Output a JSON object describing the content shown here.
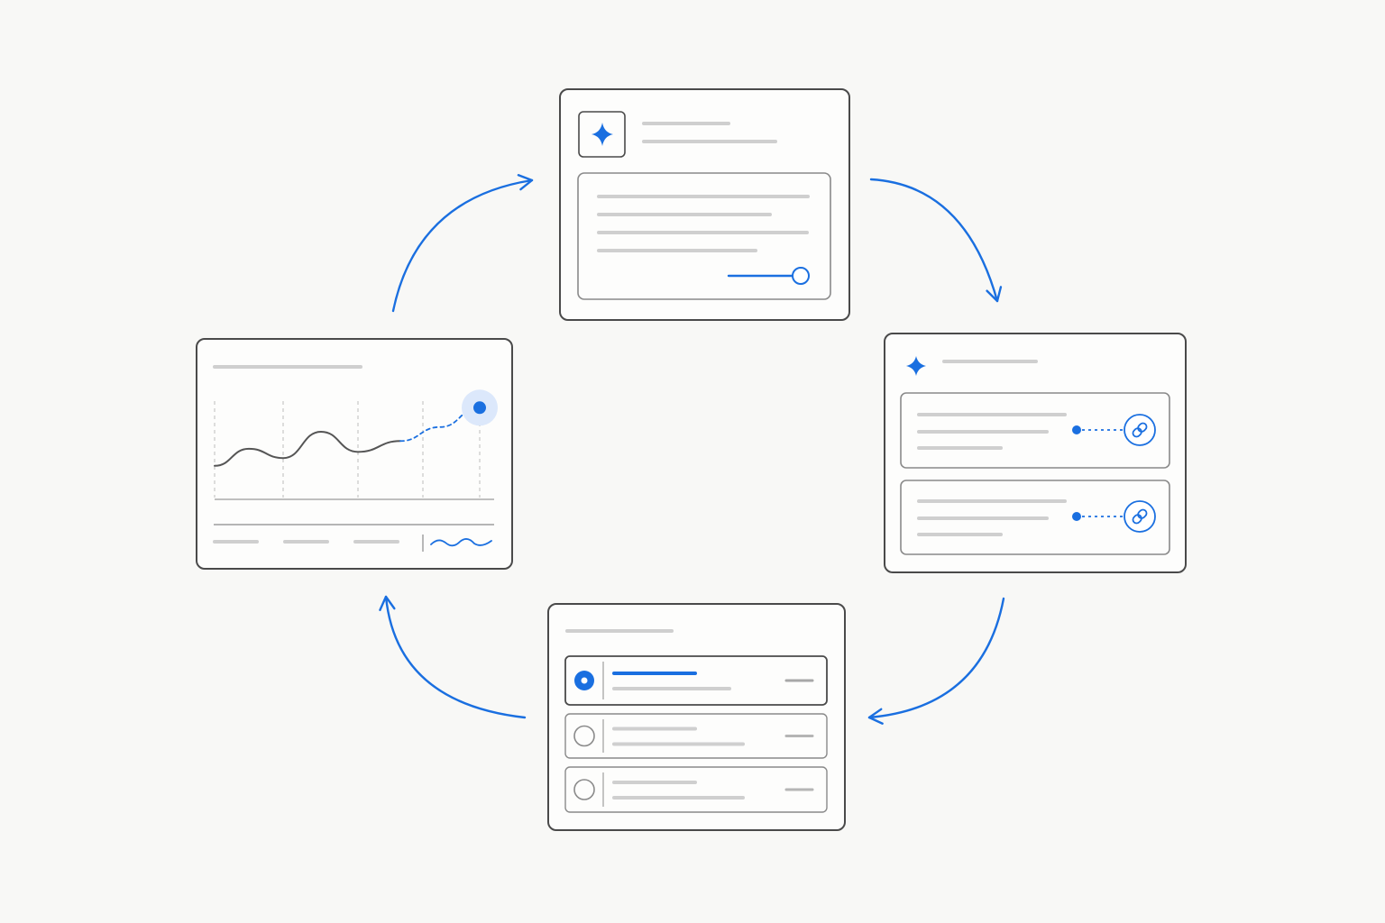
{
  "colors": {
    "background": "#f8f8f6",
    "accent": "#1a6fe0",
    "accent_halo": "#dce8fb",
    "card_border": "#4a4a4a",
    "inner_border": "#8a8a8a",
    "placeholder": "#cfcfcf",
    "chart_line": "#555555",
    "gridline": "#bdbdbd"
  },
  "cycle": {
    "direction": "clockwise",
    "steps": [
      {
        "id": "prompt",
        "icon": "sparkle-icon",
        "contents": [
          "sparkle-badge",
          "text-placeholder-lines",
          "slider-control"
        ]
      },
      {
        "id": "linked-results",
        "icon": "sparkle-icon",
        "contents": [
          "two-result-cards",
          "link-icon-connectors"
        ]
      },
      {
        "id": "choice-list",
        "icon": "radio-icon",
        "contents": [
          "three-options",
          "first-option-selected"
        ]
      },
      {
        "id": "trend-chart",
        "icon": "chart-icon",
        "contents": [
          "line-chart",
          "dashed-projection",
          "highlighted-endpoint"
        ]
      }
    ],
    "arrows": [
      "prompt-to-linked-results",
      "linked-results-to-choice-list",
      "choice-list-to-trend-chart",
      "trend-chart-to-prompt"
    ]
  },
  "options": [
    {
      "state": "selected",
      "highlighted": true
    },
    {
      "state": "unselected",
      "highlighted": false
    },
    {
      "state": "unselected",
      "highlighted": false
    }
  ],
  "chart_data": {
    "type": "line",
    "title": "",
    "xlabel": "",
    "ylabel": "",
    "grid": "vertical-dashed",
    "series": [
      {
        "style": "solid",
        "values": [
          0.2,
          0.42,
          0.3,
          0.64,
          0.38,
          0.52
        ]
      },
      {
        "style": "dashed",
        "values": [
          0.52,
          0.7,
          0.95
        ]
      }
    ],
    "highlight": "last-point"
  }
}
